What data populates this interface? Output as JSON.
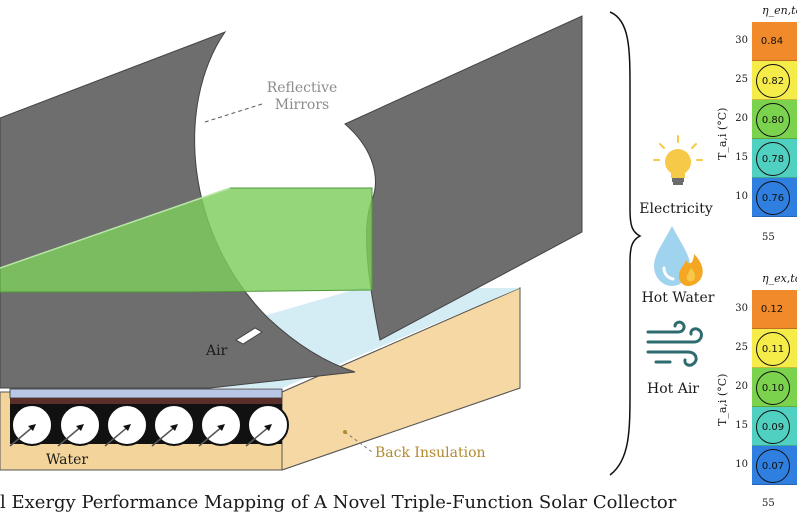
{
  "diagram": {
    "labels": {
      "reflective_mirrors": "Reflective\nMirrors",
      "air": "Air",
      "water": "Water",
      "back_insulation": "Back Insulation"
    },
    "caption": "l Exergy Performance Mapping of A Novel Triple-Function Solar Collector",
    "outputs": [
      {
        "label": "Electricity",
        "icon": "light-bulb-icon"
      },
      {
        "label": "Hot Water",
        "icon": "water-drop-flame-icon"
      },
      {
        "label": "Hot Air",
        "icon": "wind-icon"
      }
    ],
    "colors": {
      "mirror": "#6e6e6e",
      "pv_panel": "#7ccd5c",
      "air_channel": "#d4ecf4",
      "insulation": "#f3d49a",
      "icon_teal": "#2e6b6e",
      "bulb": "#f7c948",
      "drop": "#9fd3ee",
      "flame": "#f5a623"
    }
  },
  "chart_data": [
    {
      "type": "heatmap",
      "title": "η_en,tot",
      "ylabel": "T_a,i (°C)",
      "y": [
        30,
        25,
        20,
        15,
        10
      ],
      "x_tick_visible": "55",
      "values": [
        0.84,
        0.82,
        0.8,
        0.78,
        0.76
      ],
      "cell_colors": [
        "#f08a2a",
        "#f5ec4a",
        "#7bd24c",
        "#4fd0c0",
        "#2f7fe0"
      ]
    },
    {
      "type": "heatmap",
      "title": "η_ex,tot",
      "ylabel": "T_a,i (°C)",
      "y": [
        30,
        25,
        20,
        15,
        10
      ],
      "x_tick_visible": "55",
      "values": [
        0.12,
        0.11,
        0.1,
        0.09,
        0.07
      ],
      "cell_colors": [
        "#f08a2a",
        "#f5ec4a",
        "#7bd24c",
        "#4fd0c0",
        "#2f7fe0"
      ]
    }
  ]
}
